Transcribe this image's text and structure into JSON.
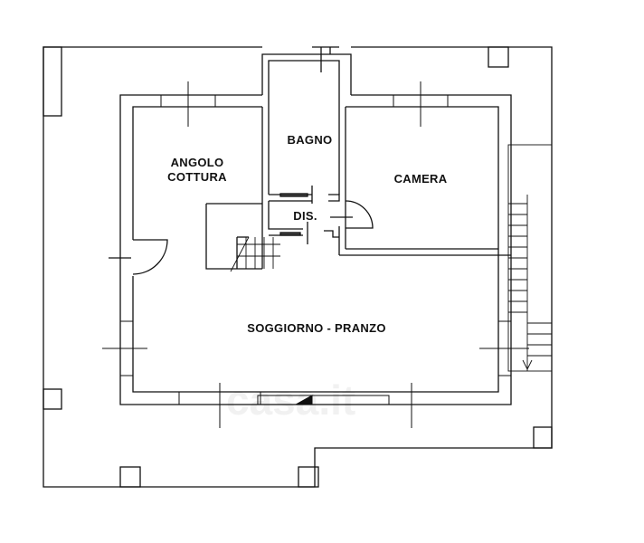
{
  "plan": {
    "rooms": {
      "angolo_cottura_line1": "ANGOLO",
      "angolo_cottura_line2": "COTTURA",
      "bagno": "BAGNO",
      "camera": "CAMERA",
      "dis": "DIS.",
      "soggiorno": "SOGGIORNO - PRANZO"
    },
    "watermark": "casa.it",
    "colors": {
      "wall": "#000000",
      "background": "#ffffff"
    }
  }
}
